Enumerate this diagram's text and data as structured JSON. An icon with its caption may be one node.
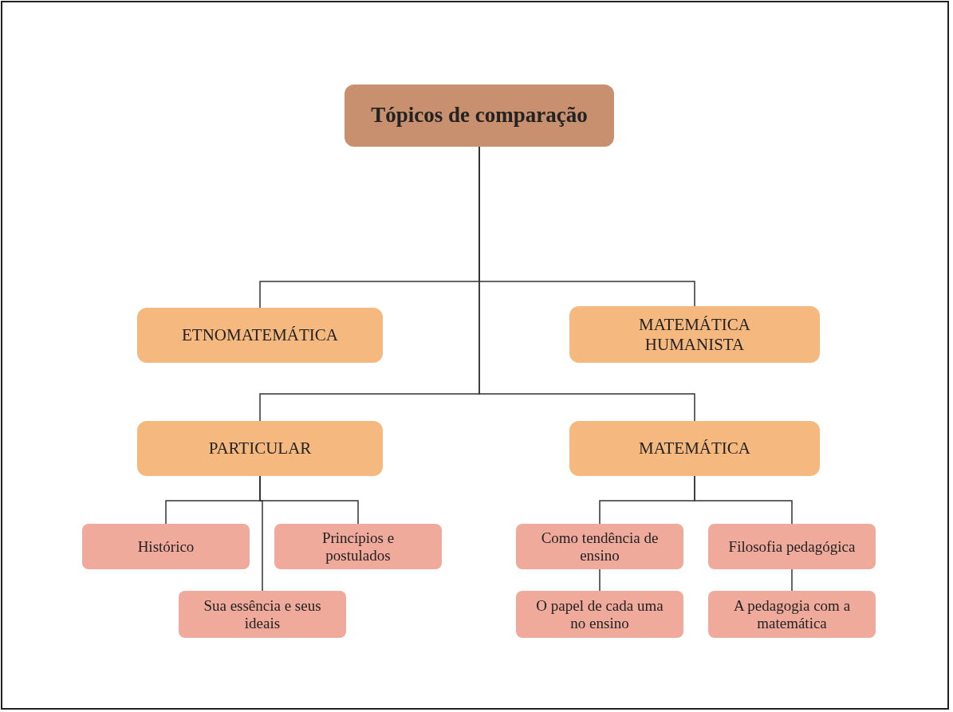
{
  "diagram": {
    "nodes": [
      {
        "text": [
          "Tópicos de comparação"
        ]
      },
      {
        "text": [
          "ETNOMATEMÁTICA"
        ]
      },
      {
        "text": [
          "MATEMÁTICA HUMANISTA"
        ]
      },
      {
        "text": [
          "PARTICULAR"
        ]
      },
      {
        "text": [
          "MATEMÁTICA"
        ]
      },
      {
        "text": [
          "Histórico"
        ]
      },
      {
        "text": [
          "Princípios e postulados"
        ]
      },
      {
        "text": [
          "Sua essência e seus ideais"
        ]
      },
      {
        "text": [
          "Como tendência de ensino"
        ]
      },
      {
        "text": [
          "Filosofia pedagógica"
        ]
      },
      {
        "text": [
          "O papel de cada uma no ensino"
        ]
      },
      {
        "text": [
          "A pedagogia com a matemática"
        ]
      }
    ],
    "edges": [
      {
        "from": 0,
        "to": 1,
        "arrow": "none"
      },
      {
        "from": 0,
        "to": 2,
        "arrow": "none"
      },
      {
        "from": 0,
        "to": 3,
        "arrow": "none"
      },
      {
        "from": 0,
        "to": 4,
        "arrow": "none"
      },
      {
        "from": 3,
        "to": 5,
        "arrow": "none"
      },
      {
        "from": 3,
        "to": 6,
        "arrow": "none"
      },
      {
        "from": 3,
        "to": 7,
        "arrow": "none"
      },
      {
        "from": 4,
        "to": 8,
        "arrow": "none"
      },
      {
        "from": 4,
        "to": 9,
        "arrow": "none"
      },
      {
        "from": 8,
        "to": 10,
        "arrow": "none"
      },
      {
        "from": 9,
        "to": 11,
        "arrow": "none"
      }
    ]
  }
}
